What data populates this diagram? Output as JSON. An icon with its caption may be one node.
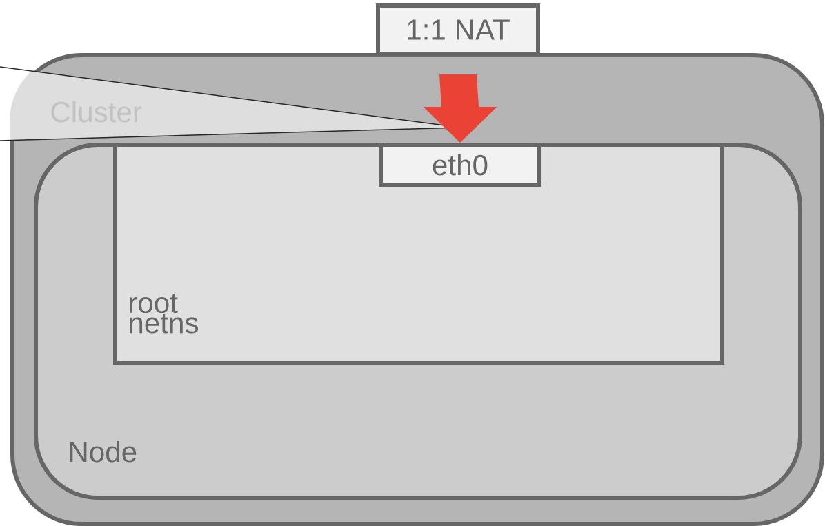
{
  "diagram": {
    "nodes": [
      {
        "text": [
          "Cluster"
        ]
      },
      {
        "text": [
          "Node"
        ],
        "in": 0
      },
      {
        "text": [
          "root netns"
        ],
        "in": 1
      },
      {
        "text": [
          "eth0"
        ],
        "in": 2
      },
      {
        "text": [
          "1:1 NAT"
        ]
      }
    ],
    "edges": [
      {
        "from": 4,
        "to": 3,
        "arrow": "to",
        "style": "thick",
        "color": "#ea4335"
      }
    ]
  }
}
